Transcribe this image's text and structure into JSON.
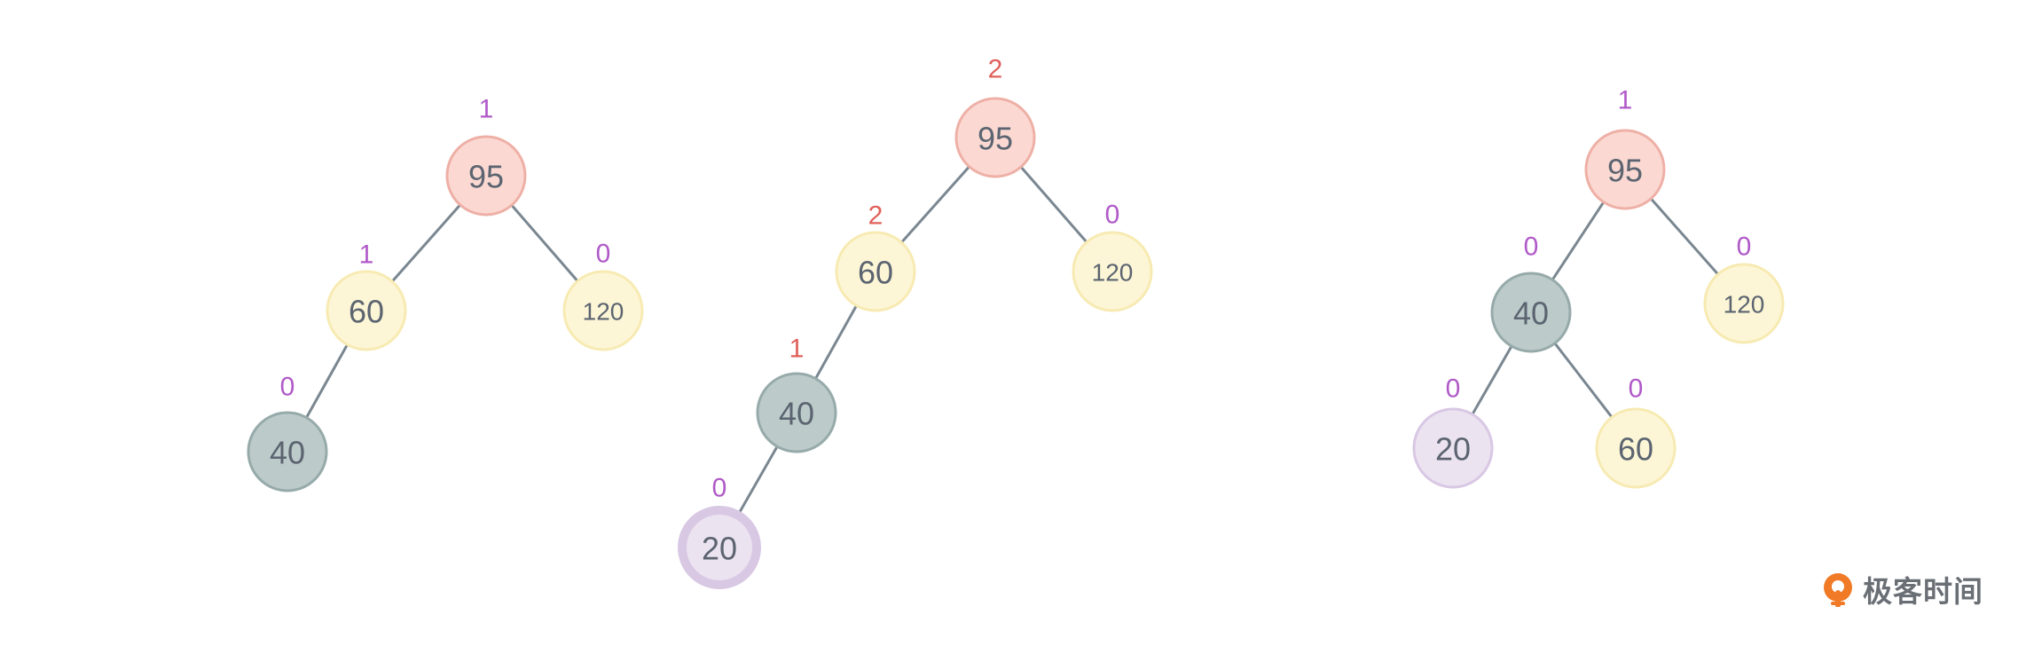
{
  "colors": {
    "edge": "#7a8791",
    "unbalanced_factor": "#e0605a",
    "balanced_factor": "#b05ac8",
    "node_text": "#5b6470"
  },
  "node_styles": {
    "pink": {
      "fill": "#fbd9d2",
      "stroke": "#eeb0a6"
    },
    "yellow": {
      "fill": "#fdf6d6",
      "stroke": "#f7eab2"
    },
    "gray": {
      "fill": "#bccaca",
      "stroke": "#97aaaa"
    },
    "purple": {
      "fill": "#ece3f1",
      "stroke": "#d8c8e4"
    }
  },
  "trees": [
    {
      "id": "tree-before-insert",
      "nodes": [
        {
          "id": "95",
          "label": "95",
          "factor": "1",
          "unbalanced": false,
          "style": "pink"
        },
        {
          "id": "60",
          "label": "60",
          "factor": "1",
          "unbalanced": false,
          "style": "yellow"
        },
        {
          "id": "120",
          "label": "120",
          "factor": "0",
          "unbalanced": false,
          "style": "yellow"
        },
        {
          "id": "40",
          "label": "40",
          "factor": "0",
          "unbalanced": false,
          "style": "gray"
        }
      ],
      "edges": [
        [
          "95",
          "60"
        ],
        [
          "95",
          "120"
        ],
        [
          "60",
          "40"
        ]
      ]
    },
    {
      "id": "tree-after-insert",
      "nodes": [
        {
          "id": "95",
          "label": "95",
          "factor": "2",
          "unbalanced": true,
          "style": "pink"
        },
        {
          "id": "60",
          "label": "60",
          "factor": "2",
          "unbalanced": true,
          "style": "yellow"
        },
        {
          "id": "120",
          "label": "120",
          "factor": "0",
          "unbalanced": false,
          "style": "yellow"
        },
        {
          "id": "40",
          "label": "40",
          "factor": "1",
          "unbalanced": true,
          "style": "gray"
        },
        {
          "id": "20",
          "label": "20",
          "factor": "0",
          "unbalanced": false,
          "style": "purple",
          "highlight": true
        }
      ],
      "edges": [
        [
          "95",
          "60"
        ],
        [
          "95",
          "120"
        ],
        [
          "60",
          "40"
        ],
        [
          "40",
          "20"
        ]
      ]
    },
    {
      "id": "tree-after-rotation",
      "nodes": [
        {
          "id": "95",
          "label": "95",
          "factor": "1",
          "unbalanced": false,
          "style": "pink"
        },
        {
          "id": "40",
          "label": "40",
          "factor": "0",
          "unbalanced": false,
          "style": "gray"
        },
        {
          "id": "120",
          "label": "120",
          "factor": "0",
          "unbalanced": false,
          "style": "yellow"
        },
        {
          "id": "20",
          "label": "20",
          "factor": "0",
          "unbalanced": false,
          "style": "purple"
        },
        {
          "id": "60",
          "label": "60",
          "factor": "0",
          "unbalanced": false,
          "style": "yellow"
        }
      ],
      "edges": [
        [
          "95",
          "40"
        ],
        [
          "95",
          "120"
        ],
        [
          "40",
          "20"
        ],
        [
          "40",
          "60"
        ]
      ]
    }
  ],
  "logo": {
    "text": "极客时间"
  }
}
